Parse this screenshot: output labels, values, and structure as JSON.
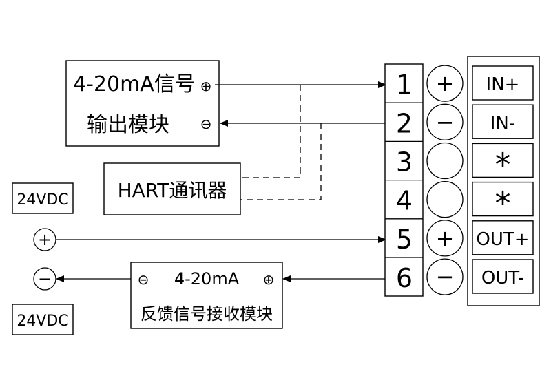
{
  "signal_output_module": {
    "title": "4-20mA信号",
    "subtitle": "输出模块",
    "plus_symbol": "⊕",
    "minus_symbol": "⊖"
  },
  "hart_communicator": {
    "label": "HART通讯器"
  },
  "power_supply": {
    "top_label": "24VDC",
    "bottom_label": "24VDC",
    "plus_symbol": "+",
    "minus_symbol": "−"
  },
  "feedback_module": {
    "signal_label": "4-20mA",
    "name": "反馈信号接收模块",
    "plus_symbol": "⊕",
    "minus_symbol": "⊖"
  },
  "terminal_block": {
    "terminals": [
      {
        "number": "1",
        "polarity": "+",
        "label": "IN+"
      },
      {
        "number": "2",
        "polarity": "−",
        "label": "IN-"
      },
      {
        "number": "3",
        "polarity": "",
        "label": "*"
      },
      {
        "number": "4",
        "polarity": "",
        "label": "*"
      },
      {
        "number": "5",
        "polarity": "+",
        "label": "OUT+"
      },
      {
        "number": "6",
        "polarity": "−",
        "label": "OUT-"
      }
    ]
  }
}
